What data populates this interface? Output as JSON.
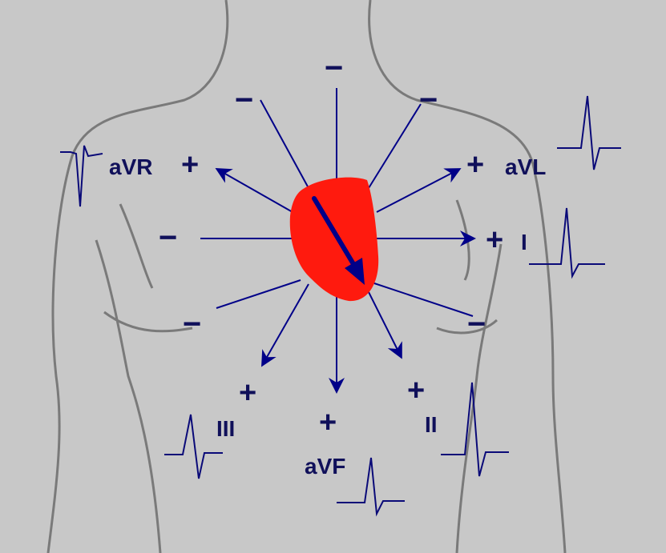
{
  "diagram": {
    "colors": {
      "background": "#c8c8c8",
      "body_outline": "#7a7a7a",
      "heart": "#ff1a0e",
      "axis": "#000088",
      "text": "#10105a",
      "ecg_trace": "#0a0a78"
    },
    "leads": [
      {
        "id": "aVR",
        "label": "aVR",
        "positive_sign": "+",
        "negative_sign": "−"
      },
      {
        "id": "aVL",
        "label": "aVL",
        "positive_sign": "+",
        "negative_sign": "−"
      },
      {
        "id": "I",
        "label": "I",
        "positive_sign": "+",
        "negative_sign": "−"
      },
      {
        "id": "II",
        "label": "II",
        "positive_sign": "+",
        "negative_sign": "−"
      },
      {
        "id": "III",
        "label": "III",
        "positive_sign": "+",
        "negative_sign": "−"
      },
      {
        "id": "aVF",
        "label": "aVF",
        "positive_sign": "+",
        "negative_sign": "−"
      }
    ],
    "icons": [
      "torso-outline",
      "heart-shape",
      "mean-axis-arrow",
      "ecg-trace"
    ]
  }
}
